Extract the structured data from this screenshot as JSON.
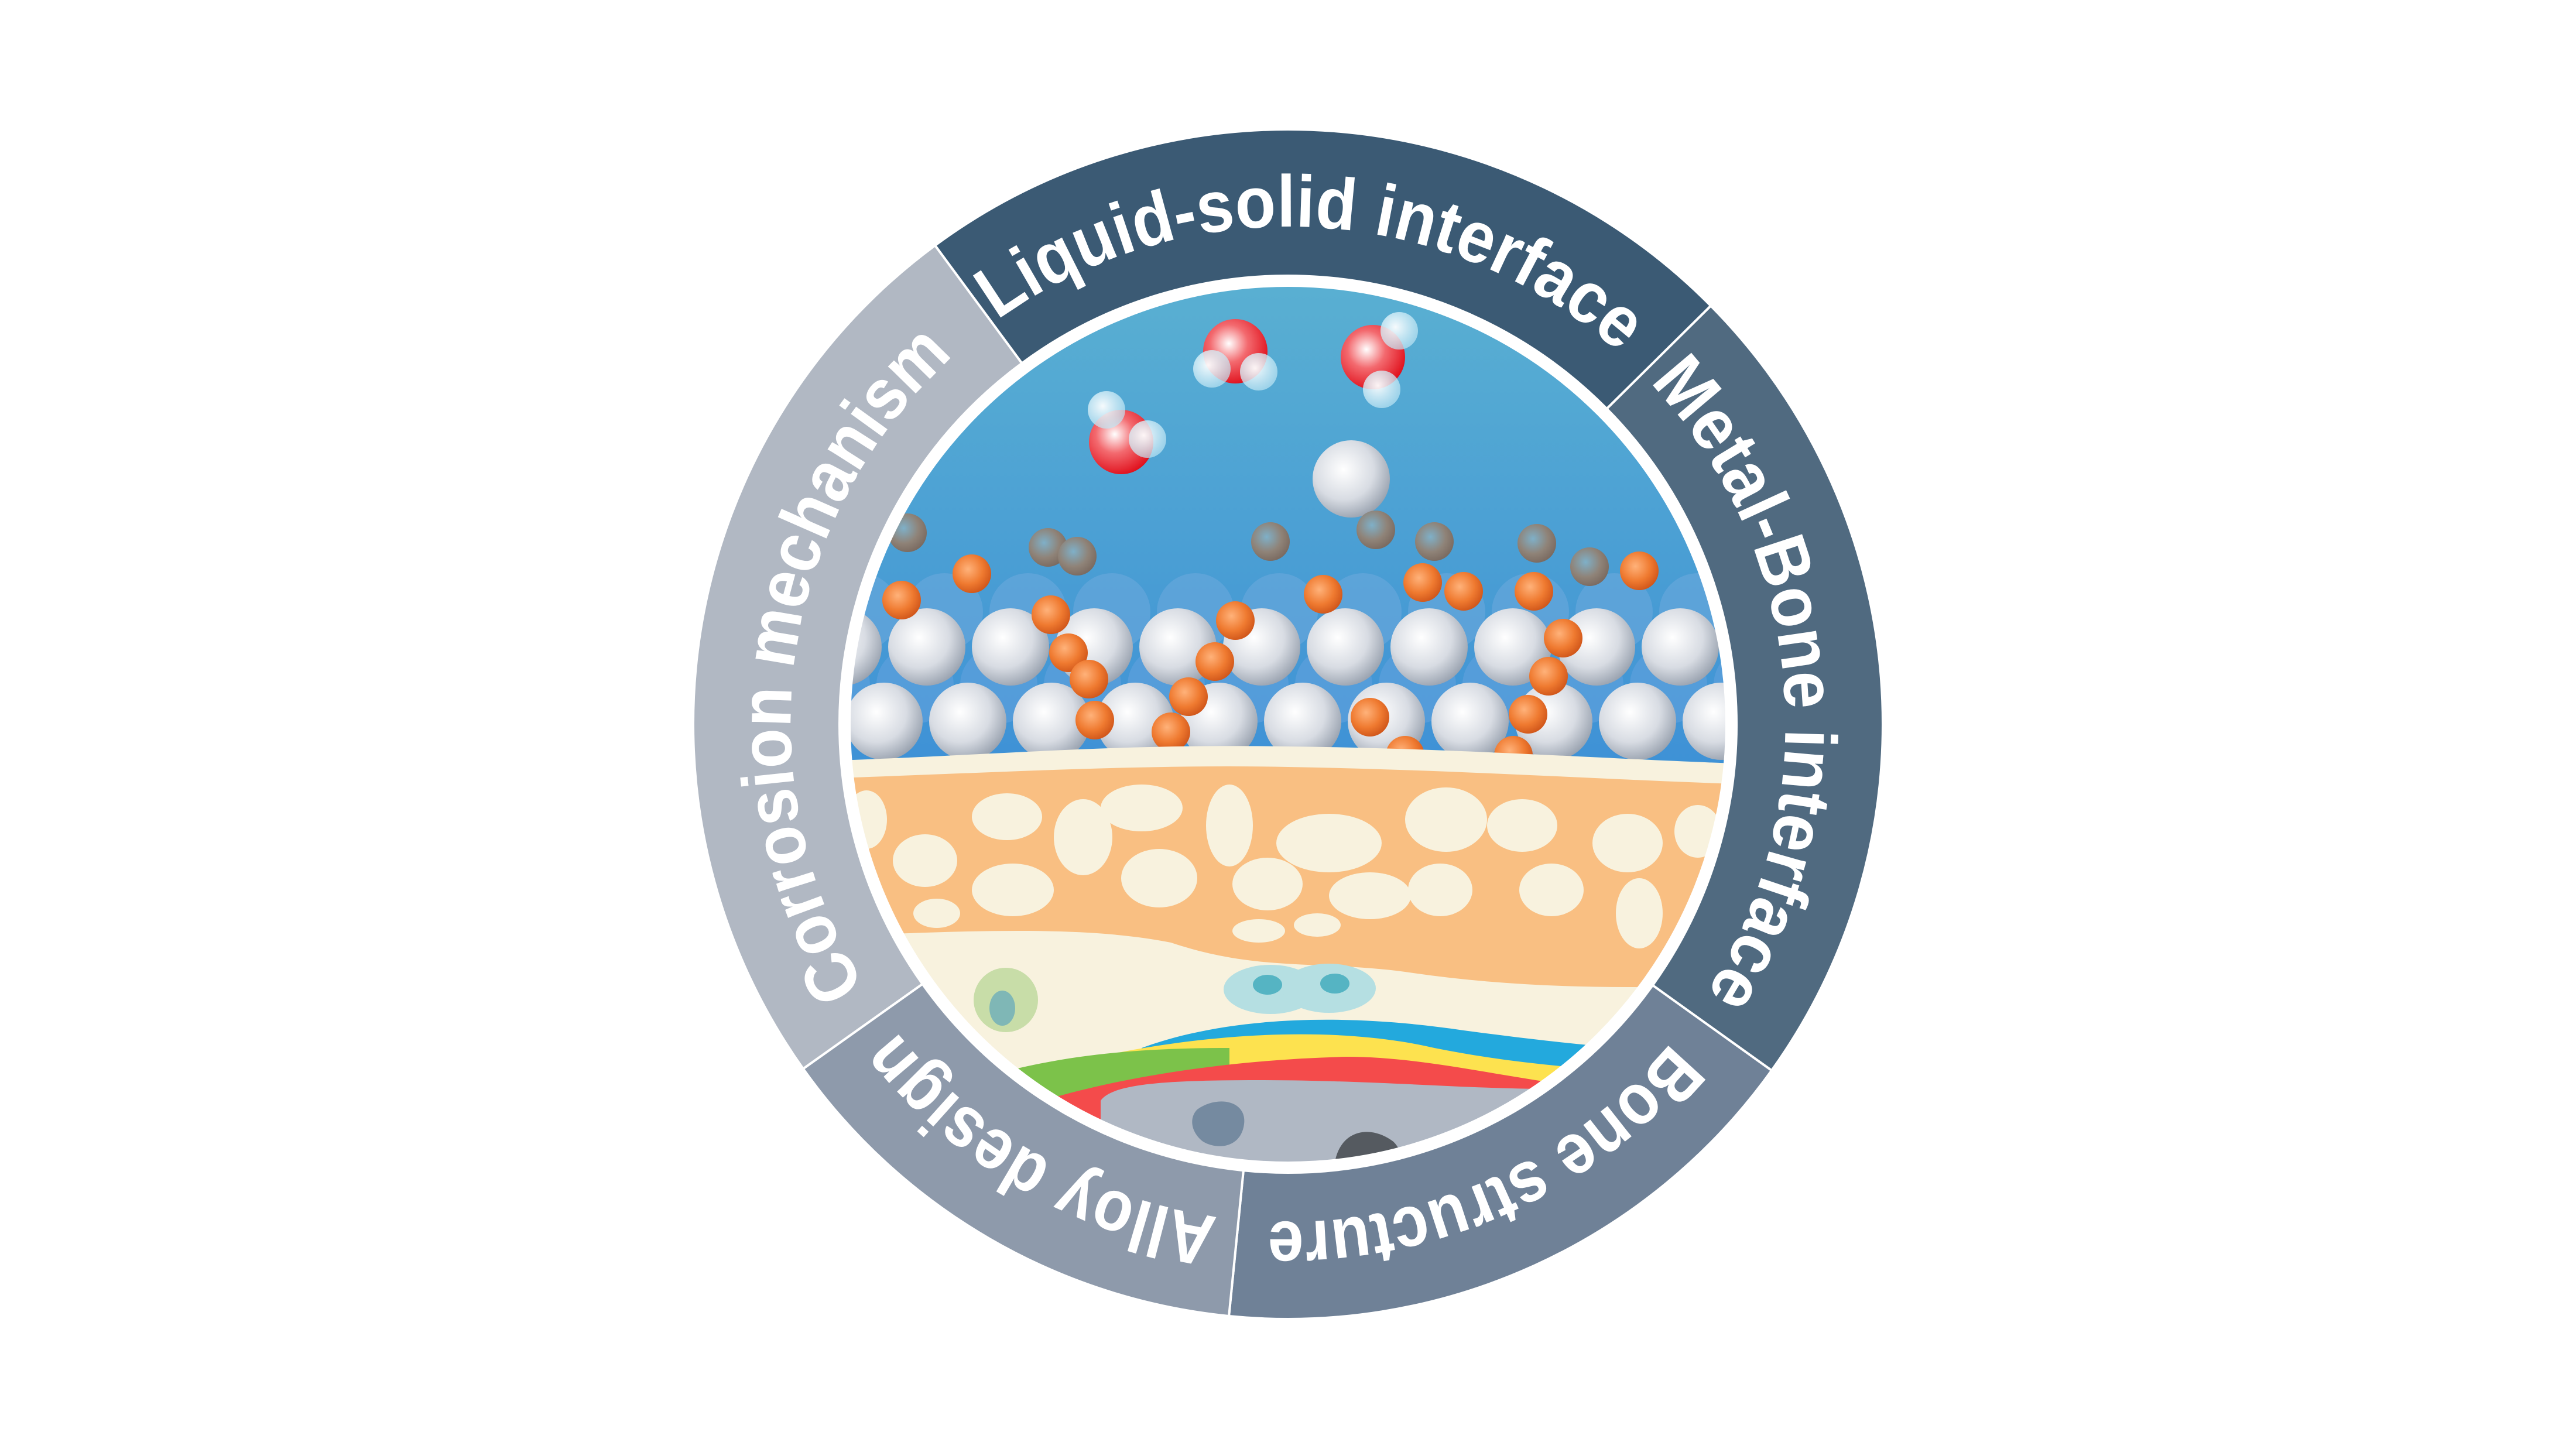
{
  "segments": [
    {
      "label": "Liquid-solid interface",
      "color": "#3b5a74"
    },
    {
      "label": "Metal-Bone interface",
      "color": "#506a80"
    },
    {
      "label": "Bone structure",
      "color": "#6f8197"
    },
    {
      "label": "Alloy design",
      "color": "#8e9aab"
    },
    {
      "label": "Corrosion mechanism",
      "color": "#b1b8c3"
    }
  ],
  "illustration": {
    "water_top": "#5ab0d2",
    "water_bottom": "#3c8fd6",
    "metal_atom": "#e6e9ee",
    "ion_orange": "#ef7a30",
    "ion_brown": "#9a8a80",
    "oxygen": "#e8202a",
    "bone_orange": "#f9bf82",
    "bone_cream": "#f8f2de",
    "band_blue": "#23a9dd",
    "band_yellow": "#fde24f",
    "band_red": "#f44b4b",
    "band_green": "#7cc24a",
    "marrow_grey": "#b0b8c4"
  }
}
